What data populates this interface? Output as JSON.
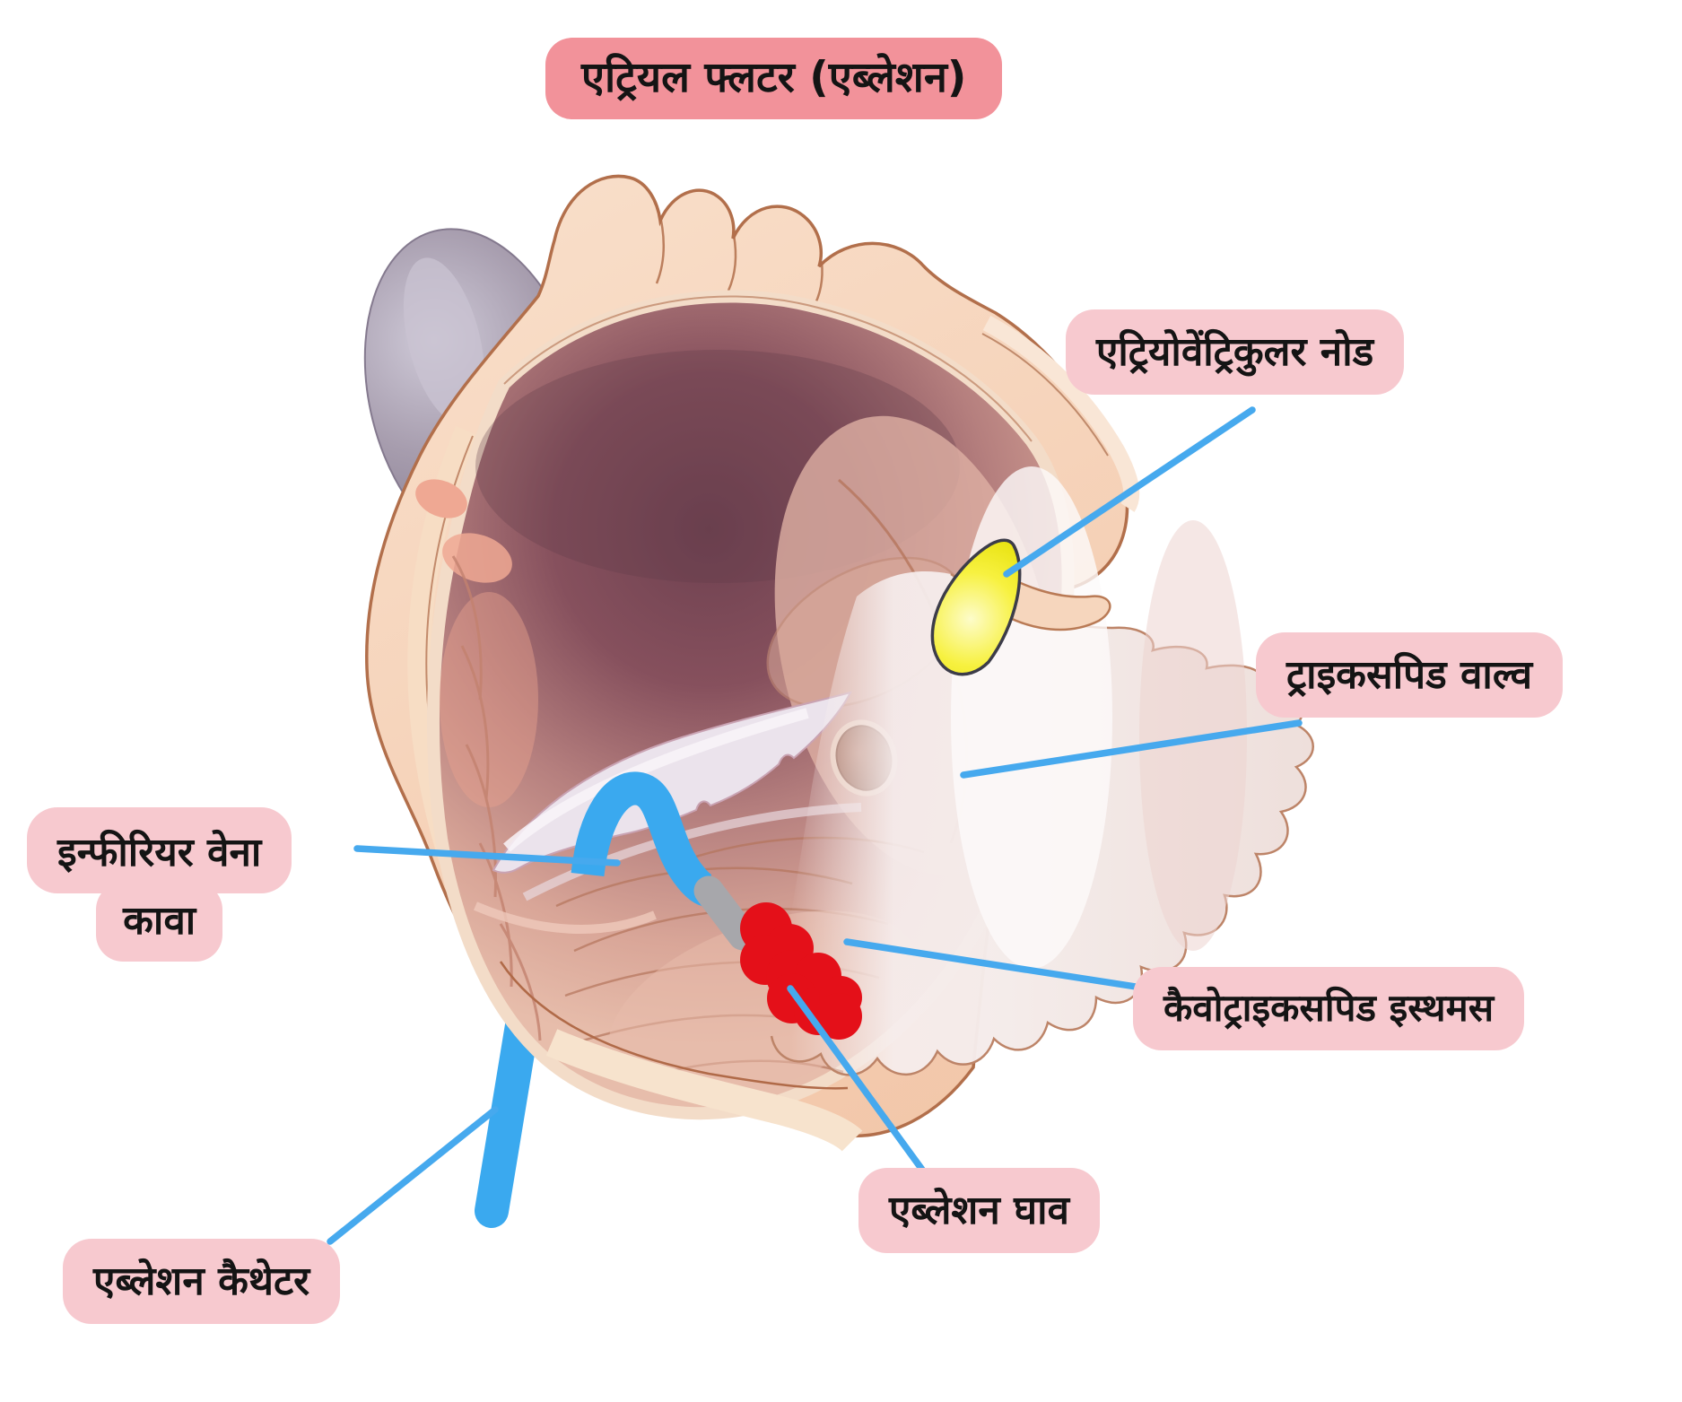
{
  "title": "एट्रियल फ्लटर (एब्लेशन)",
  "labels": {
    "av_node": "एट्रियोवेंट्रिकुलर नोड",
    "tricuspid_valve": "ट्राइकसपिड वाल्व",
    "ivc_line1": "इन्फीरियर वेना",
    "ivc_line2": "कावा",
    "isthmus": "कैवोट्राइकसपिड इस्थमस",
    "ablation_wound": "एब्लेशन घाव",
    "ablation_catheter": "एब्लेशन कैथेटर"
  },
  "colors": {
    "label_bubble_pink": "#F7C9CF",
    "title_bubble_pink": "#F2929A",
    "leader_line_blue": "#46A9EE",
    "catheter_blue": "#3AA9EF",
    "catheter_tip_gray": "#A7A7AB",
    "ablation_lesion_red": "#E41019",
    "av_node_yellow": "#F2EC1A",
    "heart_wall_skin": "#F5CEB2",
    "outline_brown": "#B26F4B",
    "cavity_shadow_maroon": "#6E4150",
    "membrane_white": "#F4EBE9",
    "aorta_gray": "#9A91A2",
    "text_black": "#141414"
  }
}
